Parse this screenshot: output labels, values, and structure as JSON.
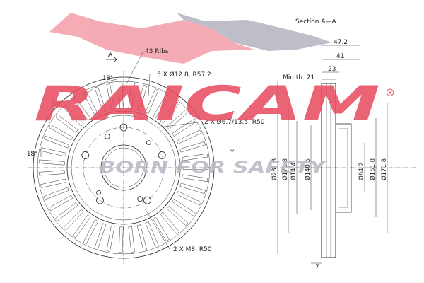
{
  "brand": {
    "name": "RAICAM",
    "registered": "®",
    "slogan": "BORN FOR SAFETY",
    "red": "#e84a5f",
    "pink": "#f5a3ad",
    "grey": "#b8b8c4"
  },
  "front_view": {
    "section_marker": "A",
    "ribs": "43 Ribs",
    "bolt_holes": "5 X Ø12.8, R57.2",
    "small_holes": "2 X Ø6.7/13.5, R50",
    "threads": "2 X M8, R50",
    "angle_top": "18°",
    "angle_left": "54°",
    "angle_side": "18°"
  },
  "section_view": {
    "title": "Section A—A",
    "dim_47_2": "47.2",
    "dim_41": "41",
    "dim_23": "23",
    "min_th": "Min th. 21",
    "dim_7": "7",
    "diameters": [
      "Ø281.8",
      "Ø171.8",
      "Ø14.4",
      "Ø140.5",
      "Ø64.2",
      "Ø151.8",
      "Ø171.8"
    ]
  }
}
